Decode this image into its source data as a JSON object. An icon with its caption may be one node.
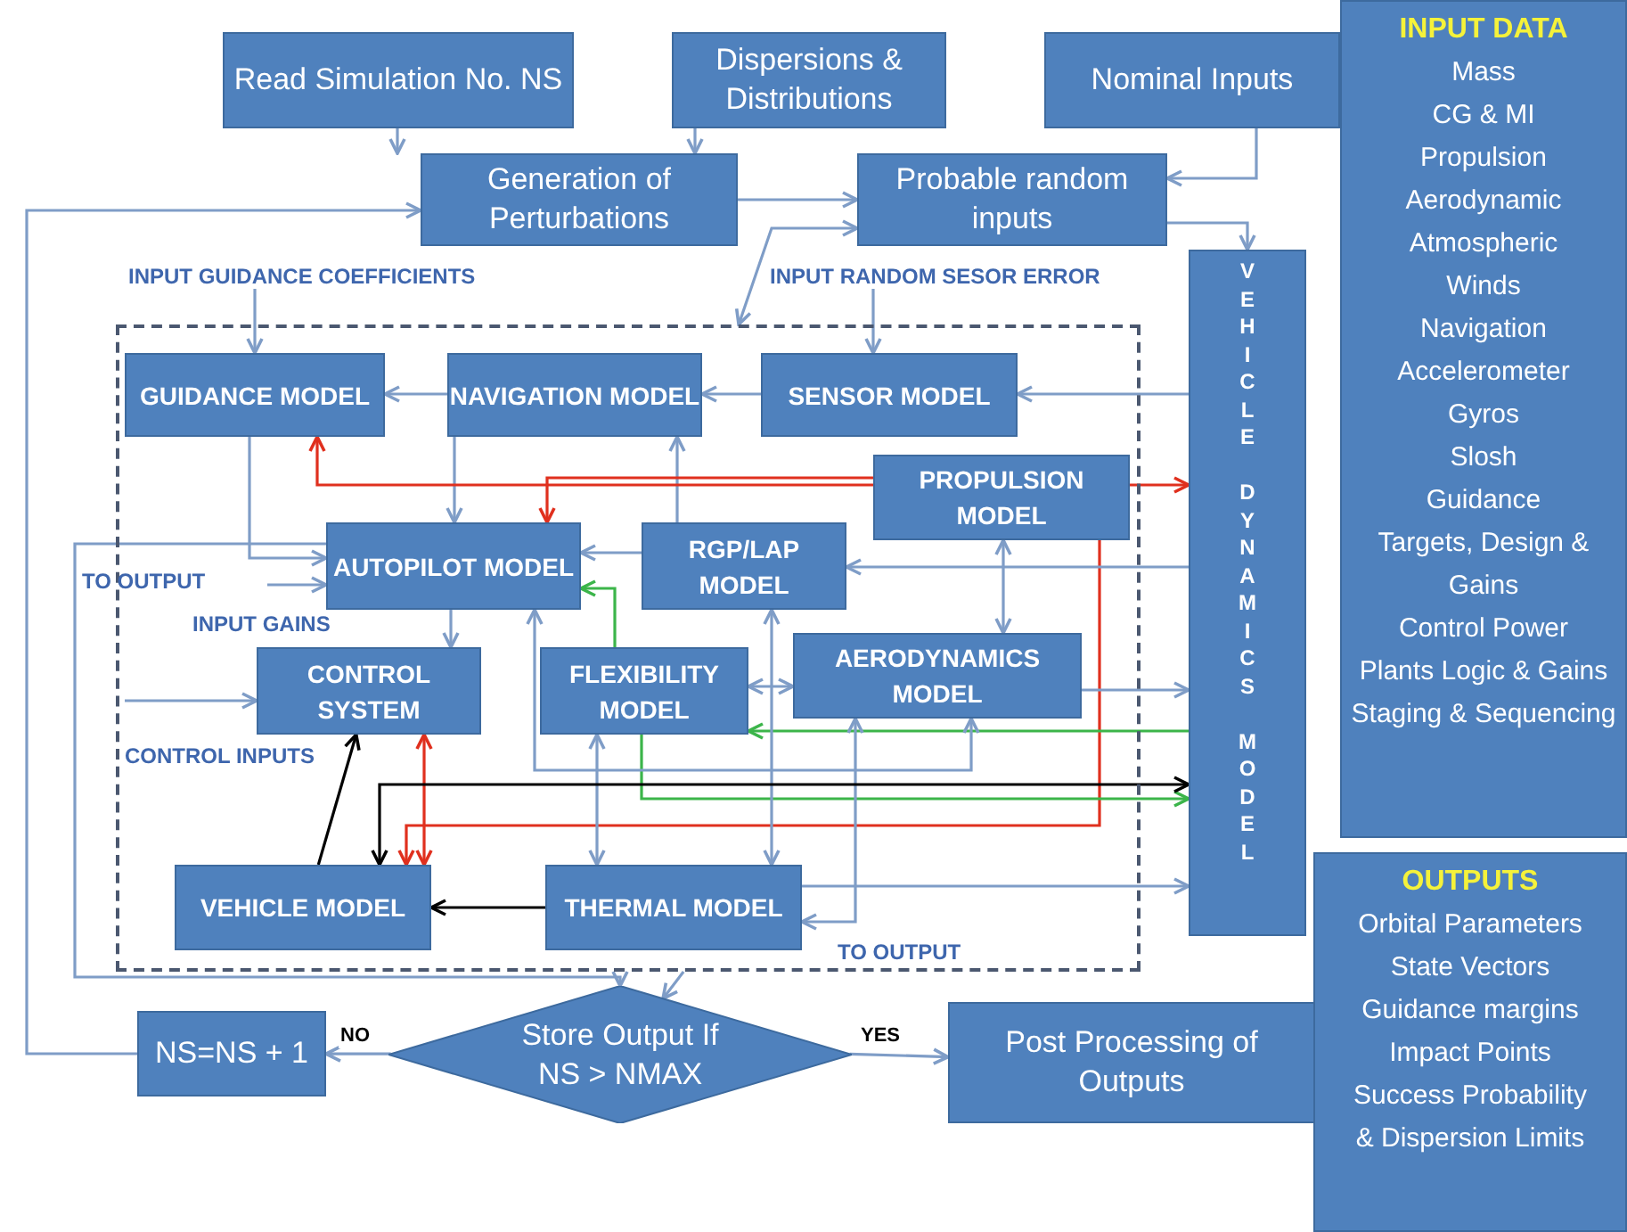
{
  "diagram": {
    "nodes": [
      {
        "text": [
          "Read Simulation No. NS"
        ]
      },
      {
        "text": [
          "Dispersions & Distributions"
        ]
      },
      {
        "text": [
          "Nominal Inputs"
        ]
      },
      {
        "text": [
          "INPUT DATA",
          "Mass",
          "CG & MI",
          "Propulsion",
          "Aerodynamic",
          "Atmospheric",
          "Winds",
          "Navigation",
          "Accelerometer",
          "Gyros",
          "Slosh",
          "Guidance",
          "Targets, Design & Gains",
          "Control Power",
          "Plants Logic & Gains",
          "Staging & Sequencing"
        ]
      },
      {
        "text": [
          "Generation of Perturbations"
        ]
      },
      {
        "text": [
          "Probable random inputs"
        ]
      },
      {
        "text": [],
        "shape": "box"
      },
      {
        "text": [
          "GUIDANCE MODEL"
        ],
        "in": 6
      },
      {
        "text": [
          "NAVIGATION MODEL"
        ],
        "in": 6
      },
      {
        "text": [
          "SENSOR MODEL"
        ],
        "in": 6
      },
      {
        "text": [
          "PROPULSION MODEL"
        ],
        "in": 6
      },
      {
        "text": [
          "AUTOPILOT MODEL"
        ],
        "in": 6
      },
      {
        "text": [
          "RGP/LAP MODEL"
        ],
        "in": 6
      },
      {
        "text": [
          "AERODYNAMICS MODEL"
        ],
        "in": 6
      },
      {
        "text": [
          "CONTROL SYSTEM"
        ],
        "in": 6
      },
      {
        "text": [
          "FLEXIBILITY MODEL"
        ],
        "in": 6
      },
      {
        "text": [
          "VEHICLE MODEL"
        ],
        "in": 6
      },
      {
        "text": [
          "THERMAL MODEL"
        ],
        "in": 6
      },
      {
        "text": [
          "VEHICLE DYNAMICS MODEL"
        ]
      },
      {
        "text": [
          "OUTPUTS",
          "Orbital Parameters",
          "State Vectors",
          "Guidance margins",
          "Impact Points",
          "Success Probability",
          "& Dispersion Limits"
        ]
      },
      {
        "text": [
          "Store Output If NS > NMAX"
        ]
      },
      {
        "text": [
          "NS=NS + 1"
        ]
      },
      {
        "text": [
          "Post Processing of Outputs"
        ]
      },
      {
        "text": [
          "INPUT GUIDANCE COEFFICIENTS"
        ]
      },
      {
        "text": [
          "INPUT RANDOM SESOR ERROR"
        ]
      }
    ],
    "edges": [
      {
        "from": 0,
        "to": 4,
        "arrow": "to"
      },
      {
        "from": 1,
        "to": 4,
        "arrow": "to"
      },
      {
        "from": 2,
        "to": 5,
        "arrow": "to"
      },
      {
        "from": 4,
        "to": 5,
        "arrow": "to"
      },
      {
        "from": 5,
        "to": 6,
        "arrow": "both"
      },
      {
        "from": 5,
        "to": 18,
        "arrow": "to"
      },
      {
        "from": 21,
        "to": 4,
        "arrow": "to"
      },
      {
        "from": 23,
        "to": 7,
        "arrow": "to"
      },
      {
        "from": 24,
        "to": 9,
        "arrow": "to"
      },
      {
        "from": 8,
        "to": 7,
        "arrow": "to"
      },
      {
        "from": 9,
        "to": 8,
        "arrow": "to"
      },
      {
        "from": 18,
        "to": 9,
        "arrow": "to"
      },
      {
        "from": 8,
        "to": 11,
        "arrow": "to"
      },
      {
        "from": 12,
        "to": 8,
        "arrow": "to"
      },
      {
        "from": 10,
        "to": 7,
        "arrow": "to",
        "color": "#e0301e"
      },
      {
        "from": 10,
        "to": 11,
        "arrow": "to",
        "color": "#e0301e"
      },
      {
        "from": 10,
        "to": 18,
        "arrow": "to",
        "color": "#e0301e"
      },
      {
        "from": 10,
        "to": 16,
        "arrow": "to",
        "color": "#e0301e"
      },
      {
        "from": 14,
        "to": 16,
        "arrow": "both",
        "color": "#e0301e"
      },
      {
        "from": 7,
        "to": 11,
        "arrow": "to"
      },
      {
        "from": 11,
        "to": 20,
        "arrow": "to"
      },
      {
        "from": null,
        "to": 11,
        "arrow": "to"
      },
      {
        "from": 12,
        "to": 11,
        "arrow": "to"
      },
      {
        "from": 18,
        "to": 12,
        "arrow": "to"
      },
      {
        "from": 10,
        "to": 13,
        "arrow": "both"
      },
      {
        "from": 11,
        "to": 14,
        "arrow": "to"
      },
      {
        "from": null,
        "to": 14,
        "arrow": "to"
      },
      {
        "from": 15,
        "to": 13,
        "arrow": "both"
      },
      {
        "from": 13,
        "to": 18,
        "arrow": "to"
      },
      {
        "from": 18,
        "to": 15,
        "arrow": "to",
        "color": "#3cb54a"
      },
      {
        "from": 15,
        "to": 11,
        "arrow": "to",
        "color": "#3cb54a"
      },
      {
        "from": 15,
        "to": 18,
        "arrow": "to",
        "color": "#3cb54a"
      },
      {
        "from": 12,
        "to": 17,
        "arrow": "both"
      },
      {
        "from": 15,
        "to": 17,
        "arrow": "both"
      },
      {
        "from": 13,
        "to": 17,
        "arrow": "both"
      },
      {
        "from": 13,
        "to": 11,
        "arrow": "both"
      },
      {
        "from": 16,
        "to": 14,
        "arrow": "to",
        "color": "#000000"
      },
      {
        "from": 16,
        "to": 18,
        "arrow": "both",
        "color": "#000000"
      },
      {
        "from": 17,
        "to": 16,
        "arrow": "to",
        "color": "#000000"
      },
      {
        "from": 17,
        "to": 18,
        "arrow": "to"
      },
      {
        "from": 6,
        "to": 20,
        "arrow": "to"
      },
      {
        "from": 20,
        "to": 21,
        "arrow": "to",
        "label": "NO"
      },
      {
        "from": 20,
        "to": 22,
        "arrow": "to",
        "label": "YES"
      }
    ],
    "labels": [
      "TO OUTPUT",
      "INPUT GAINS",
      "CONTROL INPUTS",
      "TO OUTPUT"
    ]
  }
}
